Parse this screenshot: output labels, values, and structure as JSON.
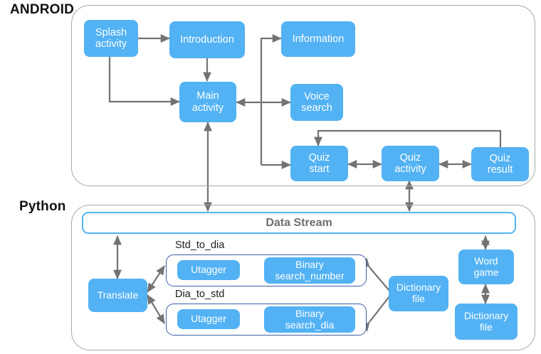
{
  "diagram": {
    "title": "Android / Python application architecture",
    "colors": {
      "node_fill": "#52b2f4",
      "node_text": "#ffffff",
      "platform_border": "#a9a9a9",
      "stream_border": "#53b4f5",
      "stream_text": "#6e6e6e",
      "group_border": "#3d5ea8",
      "arrow_gray": "#737373",
      "arrow_blue": "#2e6fd0",
      "label_text": "#121212"
    }
  },
  "sections": {
    "android": {
      "label": "ANDROID"
    },
    "python": {
      "label": "Python"
    }
  },
  "android_nodes": {
    "splash_activity": "Splash\nactivity",
    "introduction": "Introduction",
    "information": "Information",
    "main_activity": "Main\nactivity",
    "voice_search": "Voice\nsearch",
    "quiz_start": "Quiz\nstart",
    "quiz_activity": "Quiz\nactivity",
    "quiz_result": "Quiz\nresult"
  },
  "python_nodes": {
    "data_stream": "Data Stream",
    "translate": "Translate",
    "utagger_std": "Utagger",
    "binary_search_number": "Binary\nsearch_number",
    "utagger_dia": "Utagger",
    "binary_search_dia": "Binary\nsearch_dia",
    "dictionary_file_main": "Dictionary\nfile",
    "word_game": "Word\ngame",
    "dictionary_file_game": "Dictionary\nfile"
  },
  "python_groups": {
    "std_to_dia": "Std_to_dia",
    "dia_to_std": "Dia_to_std"
  },
  "connections": [
    {
      "id": "splash-to-introduction",
      "from": "splash_activity",
      "to": "introduction",
      "style": "arrow",
      "color": "gray"
    },
    {
      "id": "splash-to-main",
      "from": "splash_activity",
      "to": "main_activity",
      "style": "arrow-elbow",
      "color": "gray"
    },
    {
      "id": "introduction-to-main",
      "from": "introduction",
      "to": "main_activity",
      "style": "arrow",
      "color": "gray"
    },
    {
      "id": "main-to-information",
      "from": "main_activity",
      "to": "information",
      "style": "arrow-elbow",
      "color": "gray"
    },
    {
      "id": "main-to-voice-search",
      "from": "main_activity",
      "to": "voice_search",
      "style": "double-arrow",
      "color": "gray"
    },
    {
      "id": "main-to-quiz-start",
      "from": "main_activity",
      "to": "quiz_start",
      "style": "arrow-elbow",
      "color": "gray"
    },
    {
      "id": "quiz-start-to-quiz-activity",
      "from": "quiz_start",
      "to": "quiz_activity",
      "style": "double-arrow",
      "color": "gray"
    },
    {
      "id": "quiz-activity-to-quiz-result",
      "from": "quiz_activity",
      "to": "quiz_result",
      "style": "double-arrow",
      "color": "gray"
    },
    {
      "id": "quiz-result-to-quiz-start",
      "from": "quiz_result",
      "to": "quiz_start",
      "style": "arrow-elbow",
      "color": "gray"
    },
    {
      "id": "main-to-data-stream",
      "from": "main_activity",
      "to": "data_stream",
      "style": "double-arrow",
      "color": "gray"
    },
    {
      "id": "quiz-activity-to-data-stream",
      "from": "quiz_activity",
      "to": "data_stream",
      "style": "double-arrow",
      "color": "gray"
    },
    {
      "id": "data-stream-to-translate",
      "from": "data_stream",
      "to": "translate",
      "style": "double-arrow",
      "color": "gray"
    },
    {
      "id": "data-stream-to-word-game",
      "from": "data_stream",
      "to": "word_game",
      "style": "double-arrow",
      "color": "gray"
    },
    {
      "id": "translate-to-std-to-dia",
      "from": "translate",
      "to": "std_to_dia",
      "style": "double-arrow",
      "color": "gray"
    },
    {
      "id": "translate-to-dia-to-std",
      "from": "translate",
      "to": "dia_to_std",
      "style": "double-arrow",
      "color": "gray"
    },
    {
      "id": "utagger-std-to-binary-number",
      "from": "utagger_std",
      "to": "binary_search_number",
      "style": "arrow",
      "color": "blue"
    },
    {
      "id": "utagger-dia-to-binary-dia",
      "from": "utagger_dia",
      "to": "binary_search_dia",
      "style": "arrow",
      "color": "blue"
    },
    {
      "id": "std-to-dia-to-dictionary",
      "from": "std_to_dia",
      "to": "dictionary_file_main",
      "style": "double-arrow",
      "color": "gray"
    },
    {
      "id": "dia-to-std-to-dictionary",
      "from": "dia_to_std",
      "to": "dictionary_file_main",
      "style": "double-arrow",
      "color": "gray"
    },
    {
      "id": "word-game-to-dictionary",
      "from": "word_game",
      "to": "dictionary_file_game",
      "style": "double-arrow",
      "color": "gray"
    }
  ]
}
